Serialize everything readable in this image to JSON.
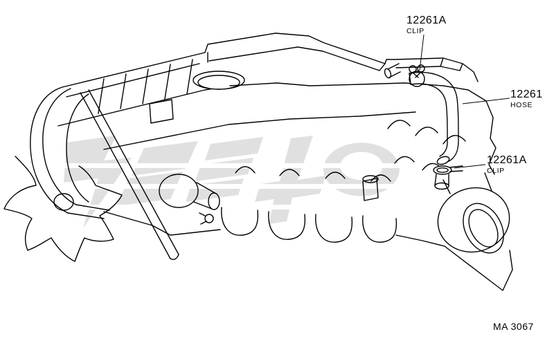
{
  "diagram": {
    "callouts": [
      {
        "part": "12261A",
        "label": "CLIP"
      },
      {
        "part": "12261",
        "label": "HOSE"
      },
      {
        "part": "12261A",
        "label": "CLIP"
      }
    ],
    "drawing_code": "MA 3067"
  },
  "colors": {
    "ink": "#000000",
    "background": "#ffffff",
    "watermark": "#c8c8c8"
  }
}
